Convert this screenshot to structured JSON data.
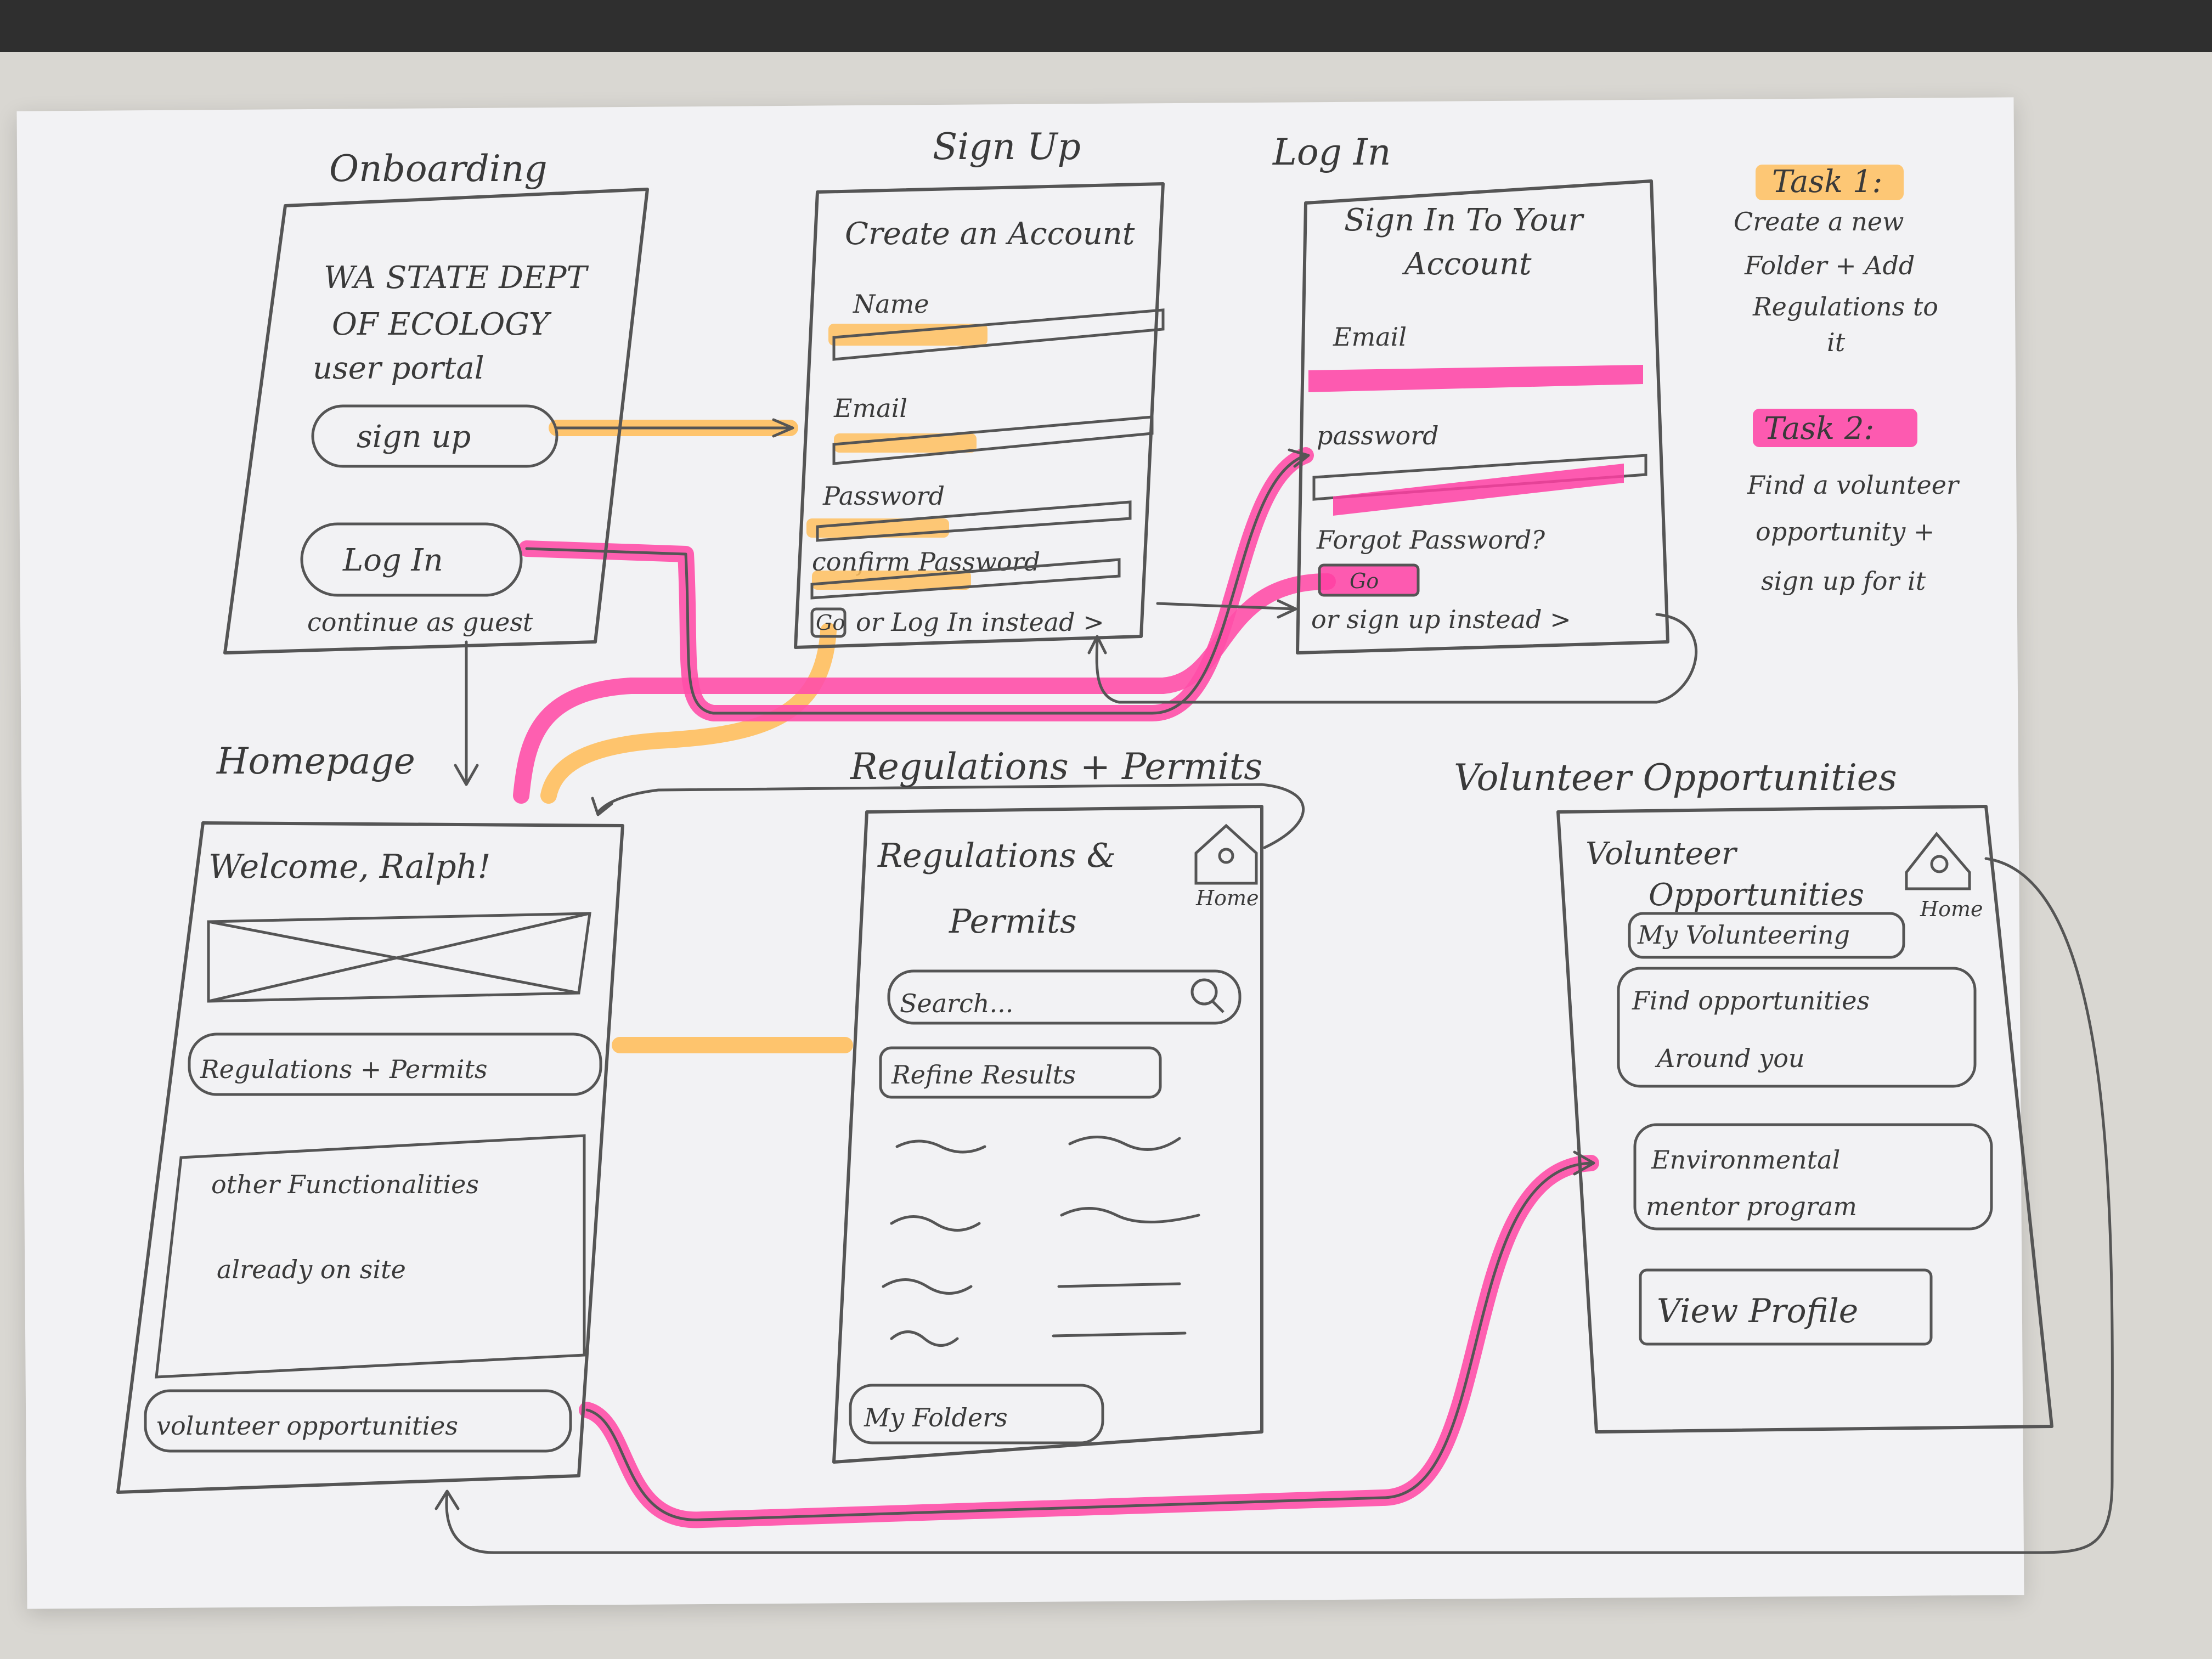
{
  "screens": {
    "onboarding": {
      "title": "Onboarding",
      "org_line1": "WA STATE DEPT",
      "org_line2": "OF ECOLOGY",
      "org_line3": "user portal",
      "signup_btn": "sign up",
      "login_btn": "Log In",
      "guest_link": "continue as guest"
    },
    "signup": {
      "title": "Sign Up",
      "heading": "Create an Account",
      "name_label": "Name",
      "email_label": "Email",
      "password_label": "Password",
      "confirm_label": "confirm Password",
      "go_btn": "Go",
      "login_link": "or Log In instead >"
    },
    "login": {
      "title": "Log In",
      "heading1": "Sign In To Your",
      "heading2": "Account",
      "email_label": "Email",
      "password_label": "password",
      "forgot": "Forgot Password?",
      "go_btn": "Go",
      "signup_link": "or sign up instead >"
    },
    "homepage": {
      "title": "Homepage",
      "welcome": "Welcome, Ralph!",
      "regs_btn": "Regulations + Permits",
      "other_line1": "other Functionalities",
      "other_line2": "already on site",
      "volunteer_btn": "volunteer opportunities"
    },
    "regulations": {
      "title": "Regulations + Permits",
      "heading1": "Regulations &",
      "heading2": "Permits",
      "home_label": "Home",
      "search_placeholder": "Search...",
      "refine_btn": "Refine Results",
      "folders_btn": "My Folders"
    },
    "volunteer": {
      "title": "Volunteer Opportunities",
      "heading1": "Volunteer",
      "heading2": "Opportunities",
      "home_label": "Home",
      "my_volunteering": "My Volunteering",
      "find_line1": "Find opportunities",
      "find_line2": "Around you",
      "env_line1": "Environmental",
      "env_line2": "mentor program",
      "profile_btn": "View Profile"
    }
  },
  "tasks": [
    {
      "label": "Task 1:",
      "lines": [
        "Create a new",
        "Folder + Add",
        "Regulations to",
        "it"
      ]
    },
    {
      "label": "Task 2:",
      "lines": [
        "Find a volunteer",
        "opportunity +",
        "sign up for it"
      ]
    }
  ],
  "colors": {
    "paper": "#f2f2f4",
    "pencil": "#3a3a3a",
    "task1_highlight": "#ffbf5e",
    "task2_highlight": "#ff3fa3"
  }
}
